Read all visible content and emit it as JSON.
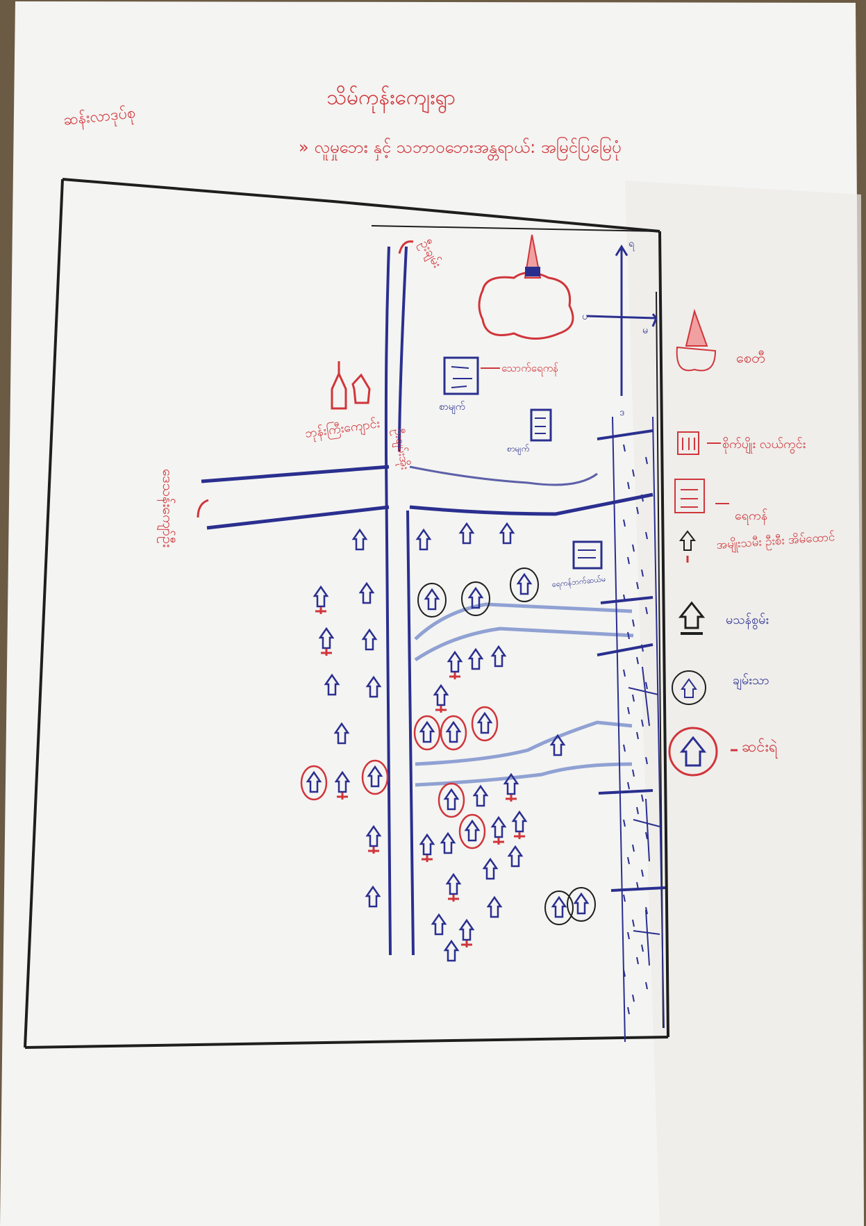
{
  "title": "သိမ်ကုန်းကျေးရွာ",
  "subtitle": "» လူမှုဘေး နှင့် သဘာဝဘေးအန္တရာယ်: အမြင်ပြမြေပုံ",
  "corner_label": "ဆန်းလာဒုပ်စု",
  "map_labels": {
    "road_north": "ဦးချမ်း",
    "road_junction": "ဦးချမ်းအိုး",
    "road_west": "ဒေသန်းကျော်ဦး",
    "monastery": "ဘုန်းကြီးကျောင်း",
    "school_main": "သောက်ရေကန်",
    "school_small_1": "စာမျက်",
    "school_small_2": "စာမျက်",
    "pond_label": "ရေကန်ဘက်ဆယ်မ",
    "compass_n": "ရ",
    "compass_e": "မ",
    "compass_w": "ပ",
    "compass_s": "ဒ"
  },
  "legend": [
    {
      "icon": "pagoda-icon",
      "label": "စေတီ"
    },
    {
      "icon": "field-icon",
      "label": "စိုက်ပျိုး လယ်ကွင်း"
    },
    {
      "icon": "pond-icon",
      "label": "ရေကန်"
    },
    {
      "icon": "small-house-icon",
      "label": "အမျိုးသမီး ဦးစီး အိမ်ထောင်"
    },
    {
      "icon": "house-icon",
      "label": "မသန်စွမ်း"
    },
    {
      "icon": "house-circle-black-icon",
      "label": "ချမ်းသာ"
    },
    {
      "icon": "house-circle-red-icon",
      "label": "ဆင်းရဲ"
    }
  ],
  "colors": {
    "paper": "#f4f4f2",
    "ink_red": "#d0353a",
    "ink_blue": "#2a2f8f",
    "ink_black": "#1e1e1e",
    "background": "#6b5a44"
  }
}
